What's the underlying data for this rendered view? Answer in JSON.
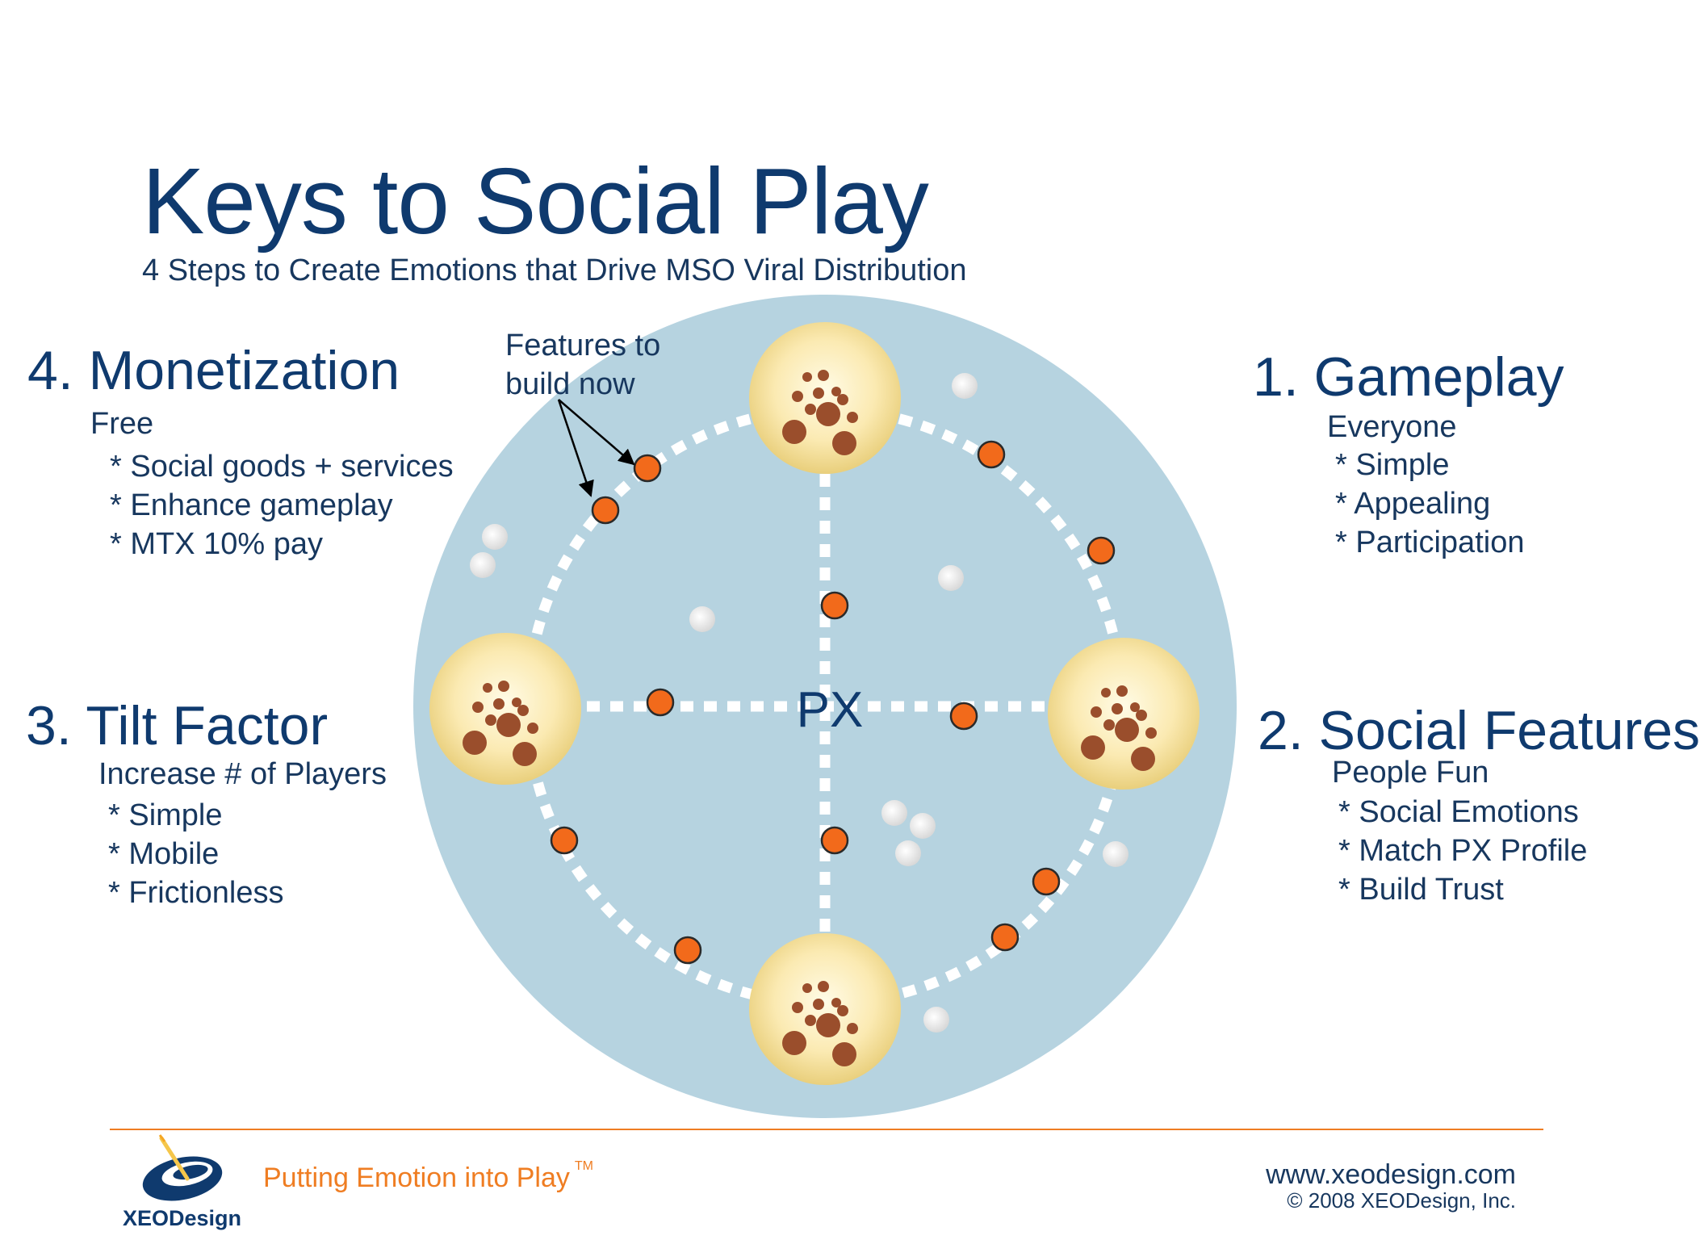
{
  "title": "Keys to Social Play",
  "subtitle": "4 Steps to Create Emotions that Drive MSO Viral Distribution",
  "monetization": {
    "heading": "4. Monetization",
    "sub": "Free",
    "bullets": [
      "* Social goods + services",
      "* Enhance gameplay",
      "* MTX 10% pay"
    ]
  },
  "gameplay": {
    "heading": "1. Gameplay",
    "sub": "Everyone",
    "bullets": [
      "* Simple",
      "* Appealing",
      "* Participation"
    ]
  },
  "tilt": {
    "heading": "3. Tilt Factor",
    "sub": "Increase # of Players",
    "bullets": [
      "* Simple",
      "* Mobile",
      "* Frictionless"
    ]
  },
  "social": {
    "heading": "2. Social Features",
    "sub": "People Fun",
    "bullets": [
      "* Social Emotions",
      "* Match PX Profile",
      "* Build Trust"
    ]
  },
  "features_note": [
    "Features to",
    "build now"
  ],
  "center_label": "PX",
  "footer": {
    "tagline": "Putting Emotion into Play",
    "trademark": "TM",
    "url": "www.xeodesign.com",
    "copyright": "© 2008 XEODesign, Inc.",
    "brand": "XEODesign"
  },
  "colors": {
    "title": "#0f3a6e",
    "text": "#17375e",
    "circle": "#b6d3e0",
    "orange_dot": "#f26a1b",
    "grey_dot": "#e6e6e6",
    "accent_line": "#ef7d22"
  }
}
